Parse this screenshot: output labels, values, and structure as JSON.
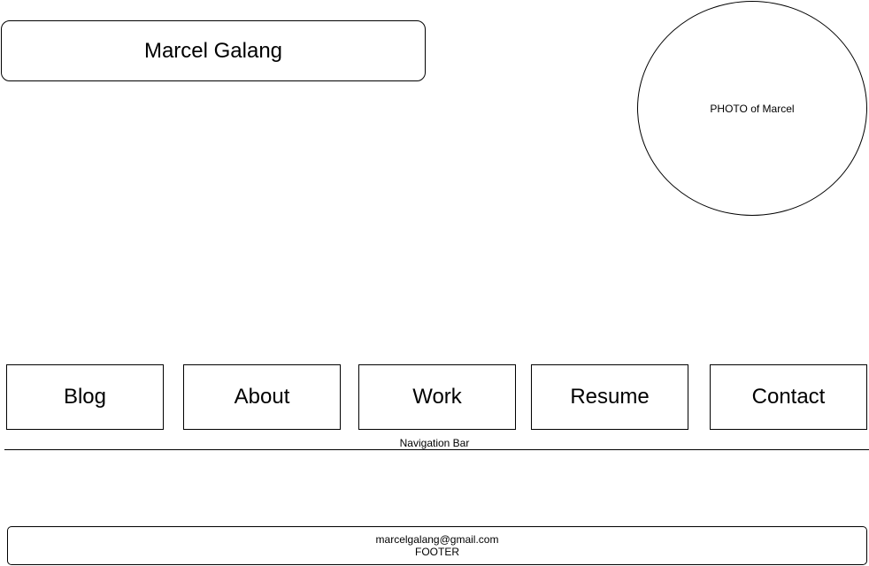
{
  "header": {
    "title": "Marcel Galang",
    "photo_label": "PHOTO of Marcel"
  },
  "nav": {
    "items": [
      {
        "label": "Blog"
      },
      {
        "label": "About"
      },
      {
        "label": "Work"
      },
      {
        "label": "Resume"
      },
      {
        "label": "Contact"
      }
    ],
    "caption": "Navigation Bar"
  },
  "footer": {
    "email": "marcelgalang@gmail.com",
    "label": "FOOTER"
  }
}
